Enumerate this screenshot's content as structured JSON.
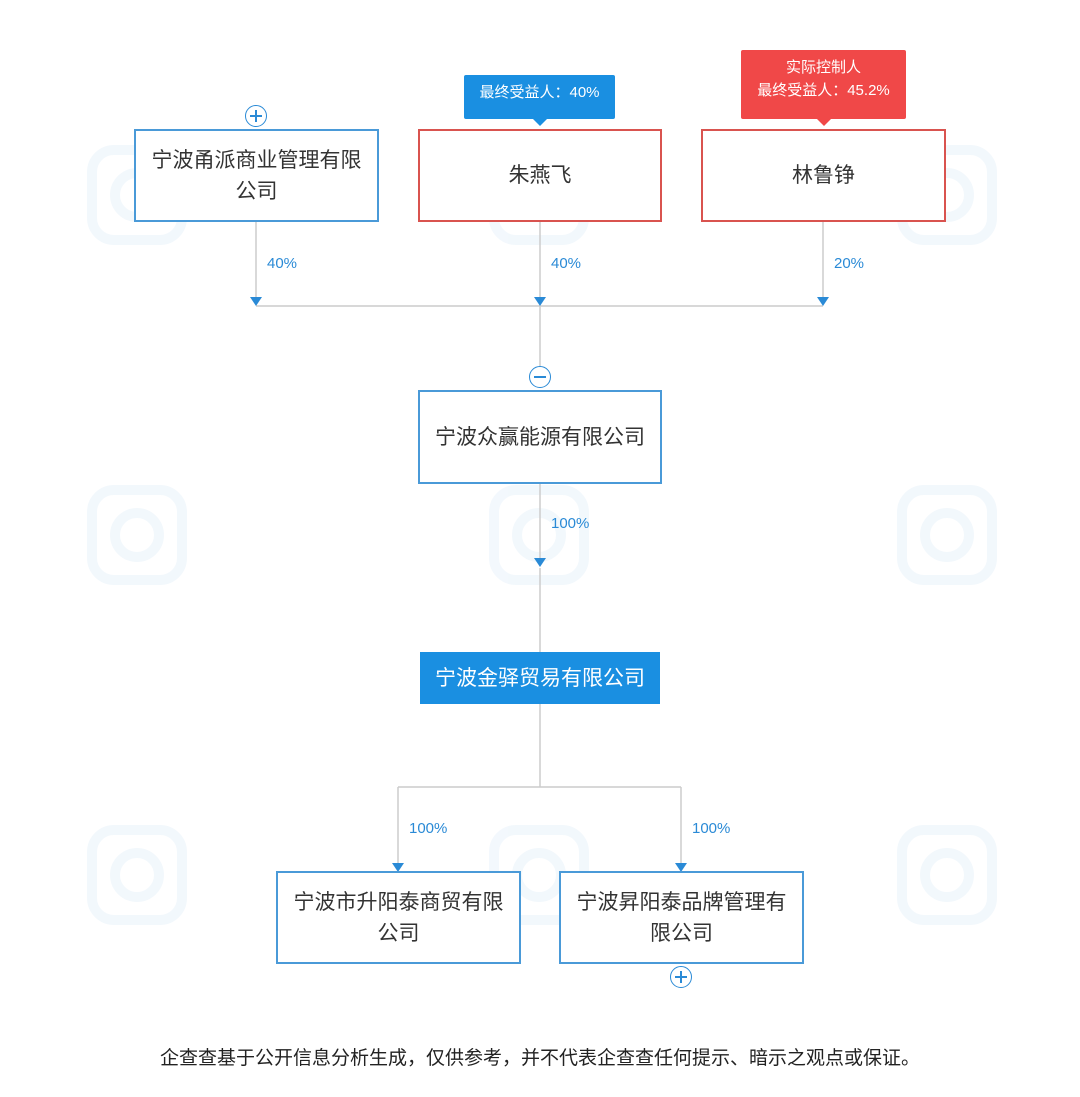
{
  "shareholders": [
    {
      "name": "宁波甬派商业管理有限公司",
      "percent": "40%"
    },
    {
      "name": "朱燕飞",
      "percent": "40%",
      "tag": [
        "最终受益人：40%"
      ]
    },
    {
      "name": "林鲁铮",
      "percent": "20%",
      "tag": [
        "实际控制人",
        "最终受益人：45.2%"
      ]
    }
  ],
  "parent": {
    "name": "宁波众赢能源有限公司",
    "percent": "100%"
  },
  "focus": {
    "name": "宁波金驿贸易有限公司"
  },
  "subsidiaries": [
    {
      "name": "宁波市升阳泰商贸有限公司",
      "percent": "100%"
    },
    {
      "name": "宁波昇阳泰品牌管理有限公司",
      "percent": "100%"
    }
  ],
  "footer": "企查查基于公开信息分析生成，仅供参考，并不代表企查查任何提示、暗示之观点或保证。",
  "colors": {
    "accent": "#1a8fe1",
    "line": "#cccccc",
    "red": "#f04848",
    "node_border_blue": "#4a9ad8",
    "node_border_red": "#d9534f",
    "percent_text": "#2a8ad6"
  }
}
